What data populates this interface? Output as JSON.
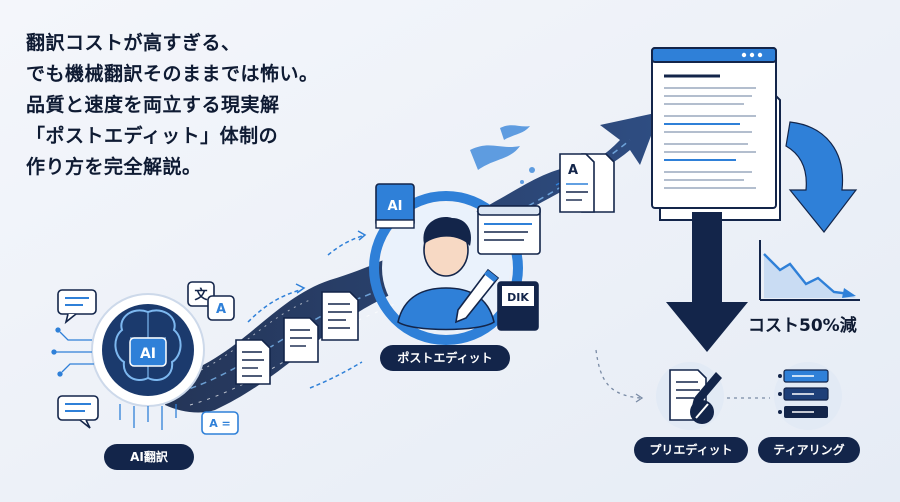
{
  "headline": {
    "lines": [
      "翻訳コストが高すぎる、",
      "でも機械翻訳そのままでは怖い。",
      "品質と速度を両立する現実解",
      "「ポストエディット」体制の",
      "作り方を完全解説。"
    ]
  },
  "labels": {
    "ai_translation": "AI翻訳",
    "post_edit": "ポストエディット",
    "pre_edit": "プリエディット",
    "tiering": "ティアリング",
    "cost_reduction": "コスト50%減"
  },
  "icons": {
    "ai_chip_text": "AI",
    "ai_book_text": "AI",
    "dict_book_text": "DIK",
    "doc_letter": "A",
    "bubble_letter_ja": "文",
    "bubble_letter_a": "A",
    "a_equals_badge": "A ="
  },
  "colors": {
    "navy": "#13254a",
    "blue": "#2f80d8",
    "light_blue": "#7db8f0",
    "background": "#eef2f8"
  }
}
